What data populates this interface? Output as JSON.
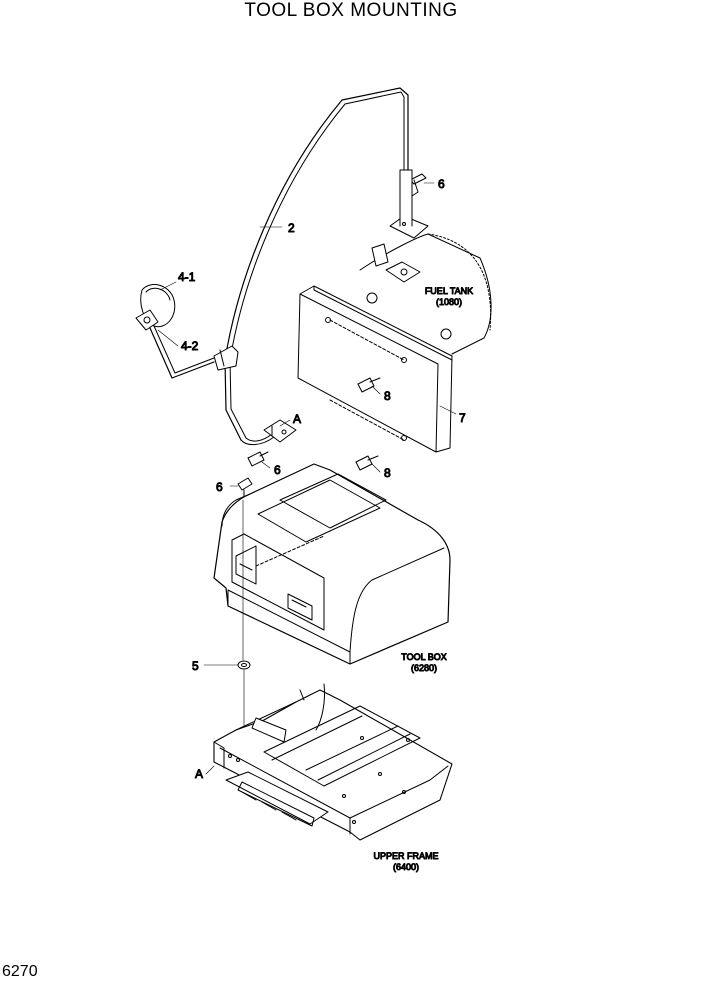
{
  "title": "TOOL BOX MOUNTING",
  "page_number": "6270",
  "callouts": {
    "rail": "2",
    "mirror": "4-1",
    "mirror_arm": "4-2",
    "bolt_top": "6",
    "bolt_mid": "6",
    "bolt_left": "6",
    "washer": "5",
    "cover": "7",
    "bolt_cover_a": "8",
    "bolt_cover_b": "8",
    "ref_a_top": "A",
    "ref_a_bottom": "A"
  },
  "references": {
    "fuel_tank": {
      "name": "FUEL TANK",
      "code": "(1080)"
    },
    "tool_box": {
      "name": "TOOL BOX",
      "code": "(6280)"
    },
    "upper_frame": {
      "name": "UPPER FRAME",
      "code": "(6400)"
    }
  }
}
